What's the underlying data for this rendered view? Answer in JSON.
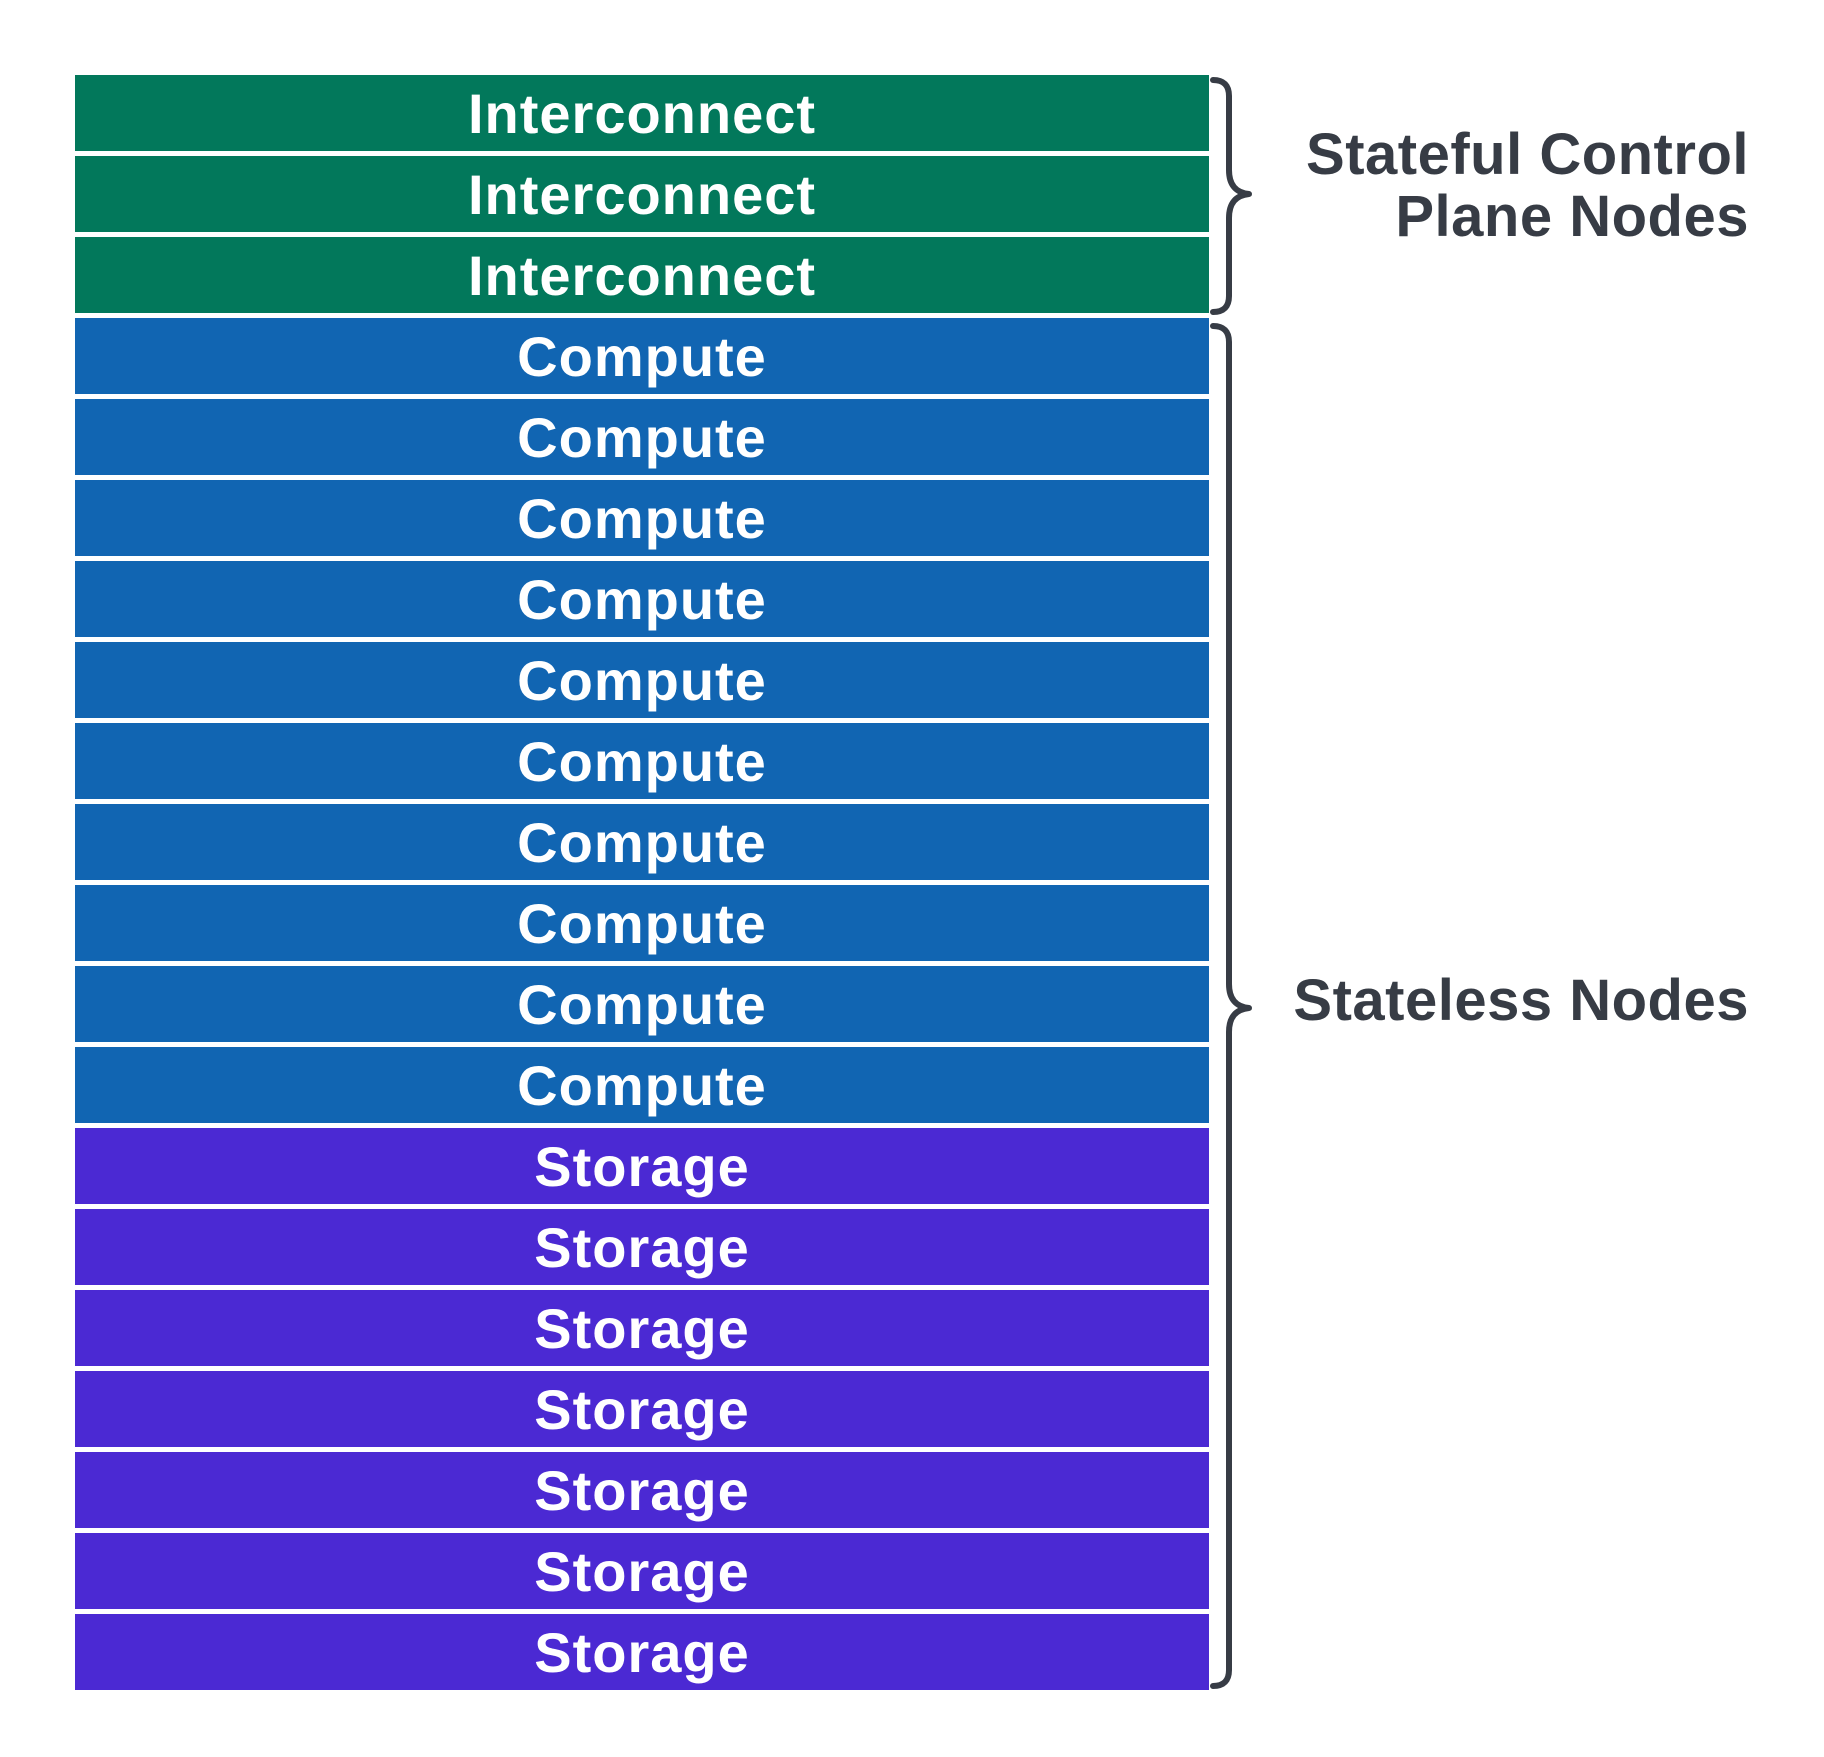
{
  "colors": {
    "interconnect": "#02785b",
    "compute": "#1165b2",
    "storage": "#4b29d3",
    "brace": "#373c45",
    "label": "#373c45"
  },
  "rows": [
    {
      "label": "Interconnect",
      "type": "interconnect"
    },
    {
      "label": "Interconnect",
      "type": "interconnect"
    },
    {
      "label": "Interconnect",
      "type": "interconnect"
    },
    {
      "label": "Compute",
      "type": "compute"
    },
    {
      "label": "Compute",
      "type": "compute"
    },
    {
      "label": "Compute",
      "type": "compute"
    },
    {
      "label": "Compute",
      "type": "compute"
    },
    {
      "label": "Compute",
      "type": "compute"
    },
    {
      "label": "Compute",
      "type": "compute"
    },
    {
      "label": "Compute",
      "type": "compute"
    },
    {
      "label": "Compute",
      "type": "compute"
    },
    {
      "label": "Compute",
      "type": "compute"
    },
    {
      "label": "Compute",
      "type": "compute"
    },
    {
      "label": "Storage",
      "type": "storage"
    },
    {
      "label": "Storage",
      "type": "storage"
    },
    {
      "label": "Storage",
      "type": "storage"
    },
    {
      "label": "Storage",
      "type": "storage"
    },
    {
      "label": "Storage",
      "type": "storage"
    },
    {
      "label": "Storage",
      "type": "storage"
    },
    {
      "label": "Storage",
      "type": "storage"
    }
  ],
  "groups": {
    "stateful": {
      "line1": "Stateful Control",
      "line2": "Plane Nodes"
    },
    "stateless": {
      "label": "Stateless Nodes"
    }
  }
}
